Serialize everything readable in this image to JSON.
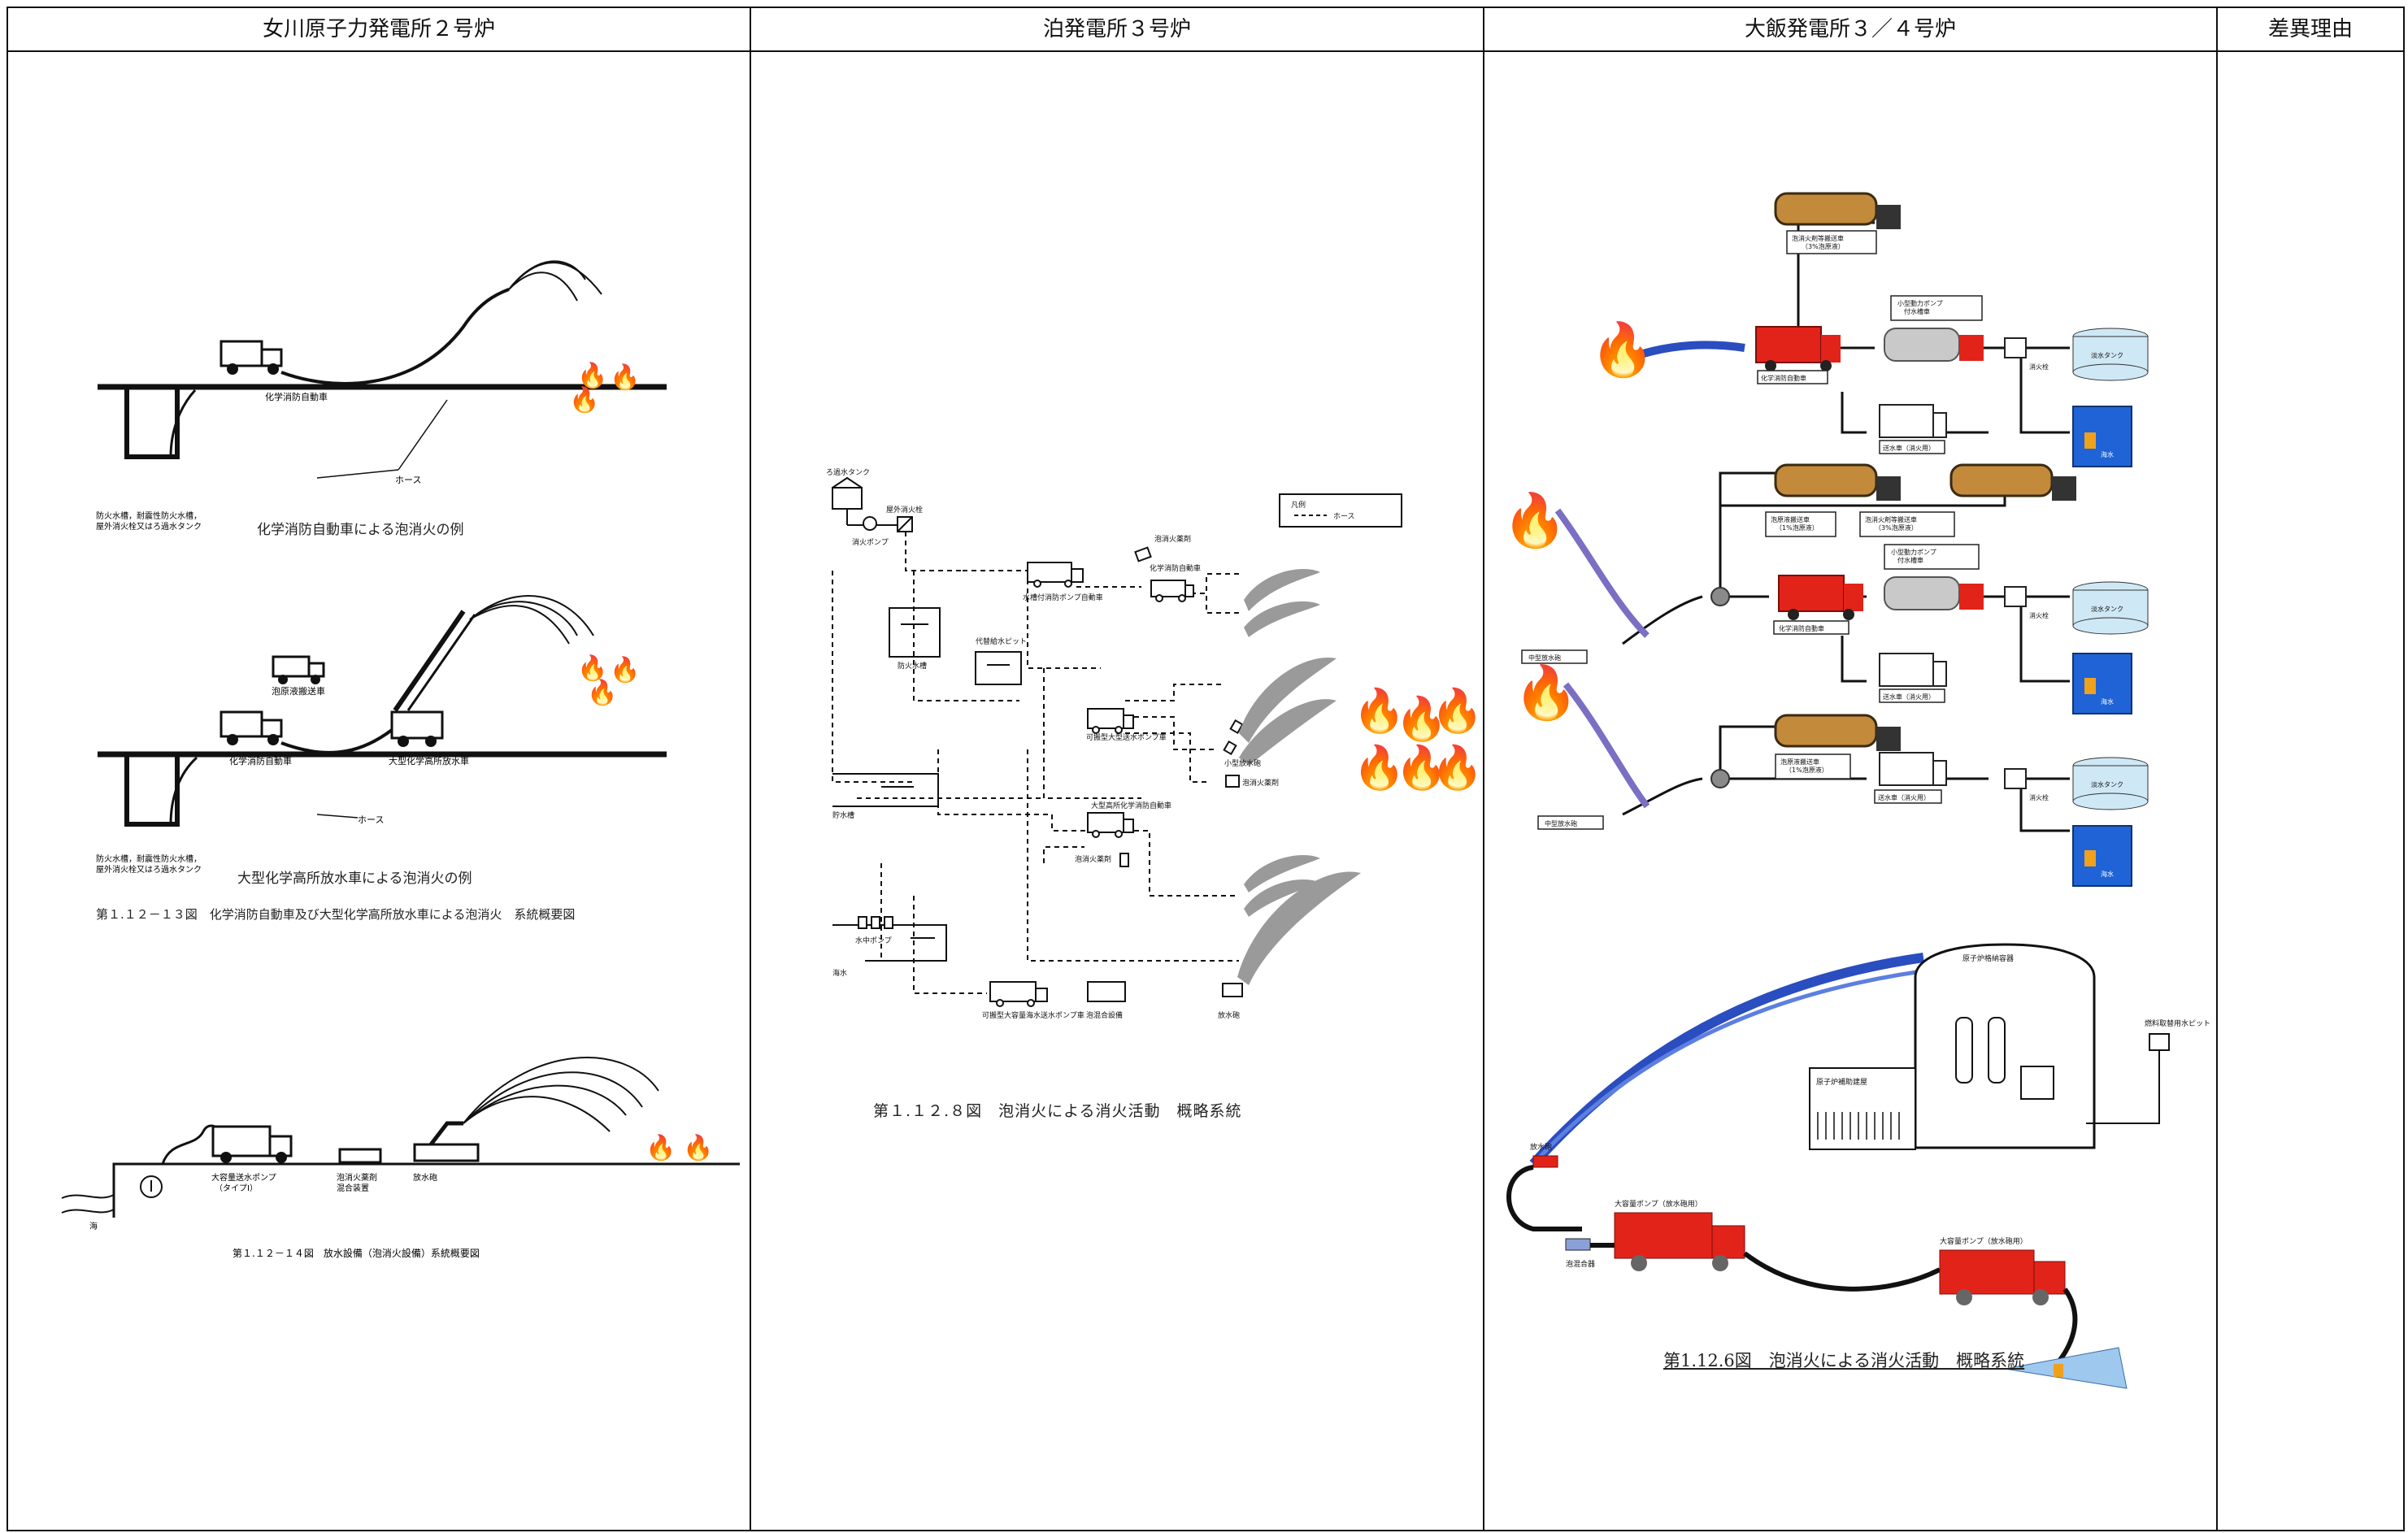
{
  "headers": {
    "onagawa": "女川原子力発電所２号炉",
    "tomari": "泊発電所３号炉",
    "ohi": "大飯発電所３／４号炉",
    "reason": "差異理由"
  },
  "onagawa": {
    "fig1": {
      "vehicle": "化学消防自動車",
      "hose": "ホース",
      "source": "防火水槽，耐震性防火水槽，\n屋外消火栓又はろ過水タンク",
      "title": "化学消防自動車による泡消火の例"
    },
    "fig2": {
      "supply_truck": "泡原液搬送車",
      "vehicle": "化学消防自動車",
      "ladder": "大型化学高所放水車",
      "hose": "ホース",
      "source": "防火水槽，耐震性防火水槽，\n屋外消火栓又はろ過水タンク",
      "title": "大型化学高所放水車による泡消火の例"
    },
    "figure_caption_1": "第１.１２－１３図　化学消防自動車及び大型化学高所放水車による泡消火　系統概要図",
    "fig3": {
      "pump": "大容量送水ポンプ\n（タイプⅠ）",
      "mixer": "泡消火薬剤\n混合装置",
      "nozzle": "放水砲",
      "sea": "海",
      "caption": "第１.１２－１４図　放水設備（泡消火設備）系統概要図"
    }
  },
  "tomari": {
    "labels": {
      "filter_tank": "ろ過水タンク",
      "hydrant": "屋外消火栓",
      "fire_pump": "消火ポンプ",
      "agent_top": "泡消火薬剤",
      "legend_title": "凡例",
      "legend_hose": "ホース",
      "chem_truck": "化学消防自動車",
      "tank_truck": "水槽付消防ポンプ自動車",
      "fire_tank": "防火水槽",
      "alt_pit": "代替給水ピット",
      "small_pump": "可搬型大型送水ポンプ車",
      "small_nozzle": "小型放水砲",
      "water_tank": "貯水槽",
      "big_truck": "大型高所化学消防自動車",
      "agent_mid": "泡消火薬剤",
      "agent_box": "泡消火薬剤",
      "sub_pump": "水中ポンプ",
      "sea": "海水",
      "big_pump": "可搬型大容量海水送水ポンプ車",
      "mixer": "泡混合設備",
      "nozzle": "放水砲"
    },
    "caption": "第１.１２.８図　泡消火による消火活動　概略系統"
  },
  "ohi": {
    "labels": {
      "foam_truck_top": "泡消火剤等搬送車\n（3%泡原液）",
      "small_pump_top": "小型動力ポンプ\n付水槽車",
      "chem_truck_top": "化学消防自動車",
      "hydrant_top": "消火栓",
      "water_truck_top": "送水車（消火用）",
      "tank_top": "淡水タンク",
      "sea_top": "海水",
      "foam_truck_a": "泡原液搬送車\n（1%泡原液）",
      "foam_truck_b": "泡消火剤等搬送車\n（3%泡原液）",
      "small_pump_mid": "小型動力ポンプ\n付水槽車",
      "tank_mid": "淡水タンク",
      "nozzle_mid": "中型放水砲",
      "chem_truck_mid": "化学消防自動車",
      "water_truck_mid": "送水車（消火用）",
      "hydrant_mid": "消火栓",
      "sea_mid": "海水",
      "foam_truck_bot": "泡原液搬送車\n（1%泡原液）",
      "tank_bot": "淡水タンク",
      "nozzle_bot": "中型放水砲",
      "water_truck_bot": "送水車（消火用）",
      "hydrant_bot": "消火栓",
      "sea_bot": "海水",
      "containment": "原子炉格納容器",
      "aux_building": "原子炉補助建屋",
      "pit": "燃料取替用水ピット",
      "cannon": "放水砲",
      "big_pump_a": "大容量ポンプ（放水砲用）",
      "mixer": "泡混合器",
      "big_pump_b": "大容量ポンプ（放水砲用）"
    },
    "caption": "第1.12.6図　泡消火による消火活動　概略系統"
  }
}
